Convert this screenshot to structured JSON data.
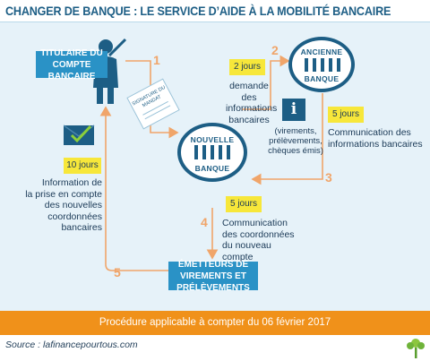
{
  "title": "CHANGER DE BANQUE : LE SERVICE D’AIDE À LA MOBILITÉ BANCAIRE",
  "actors": {
    "titulaire": "TITULAIRE DU COMPTE BANCAIRE",
    "ancienne_top": "ANCIENNE",
    "ancienne_bottom": "BANQUE",
    "nouvelle_top": "NOUVELLE",
    "nouvelle_bottom": "BANQUE",
    "emetteurs": "ÉMETTEURS DE VIREMENTS ET PRÉLÈVEMENTS"
  },
  "signature_doc": "SIGNATURE DU MANDAT",
  "steps": {
    "s1": "1",
    "s2": "2",
    "s3": "3",
    "s4": "4",
    "s5": "5"
  },
  "durations": {
    "d2": "2 jours",
    "d3": "5 jours",
    "d4": "5 jours",
    "d5": "10 jours"
  },
  "texts": {
    "demande_l1": "demande des",
    "demande_l2": "informations",
    "demande_l3": "bancaires",
    "details_l1": "(virements,",
    "details_l2": "prélèvements,",
    "details_l3": "chèques émis)",
    "comm_info_l1": "Communication des",
    "comm_info_l2": "informations bancaires",
    "comm_coord_l1": "Communication",
    "comm_coord_l2": "des coordonnées",
    "comm_coord_l3": "du nouveau compte",
    "info_l1": "Information de",
    "info_l2": "la prise en compte",
    "info_l3": "des nouvelles",
    "info_l4": "coordonnées bancaires"
  },
  "info_icon": "i",
  "footer_banner": "Procédure applicable à compter du 06 février 2017",
  "source": "Source : lafinancepourtous.com",
  "colors": {
    "panel": "#e6f2f9",
    "accent_blue": "#2a92c6",
    "arrow_orange": "#f0a56a",
    "highlight_yellow": "#f7e73a",
    "banner_orange": "#f0911a",
    "bank_navy": "#1d5e85"
  }
}
